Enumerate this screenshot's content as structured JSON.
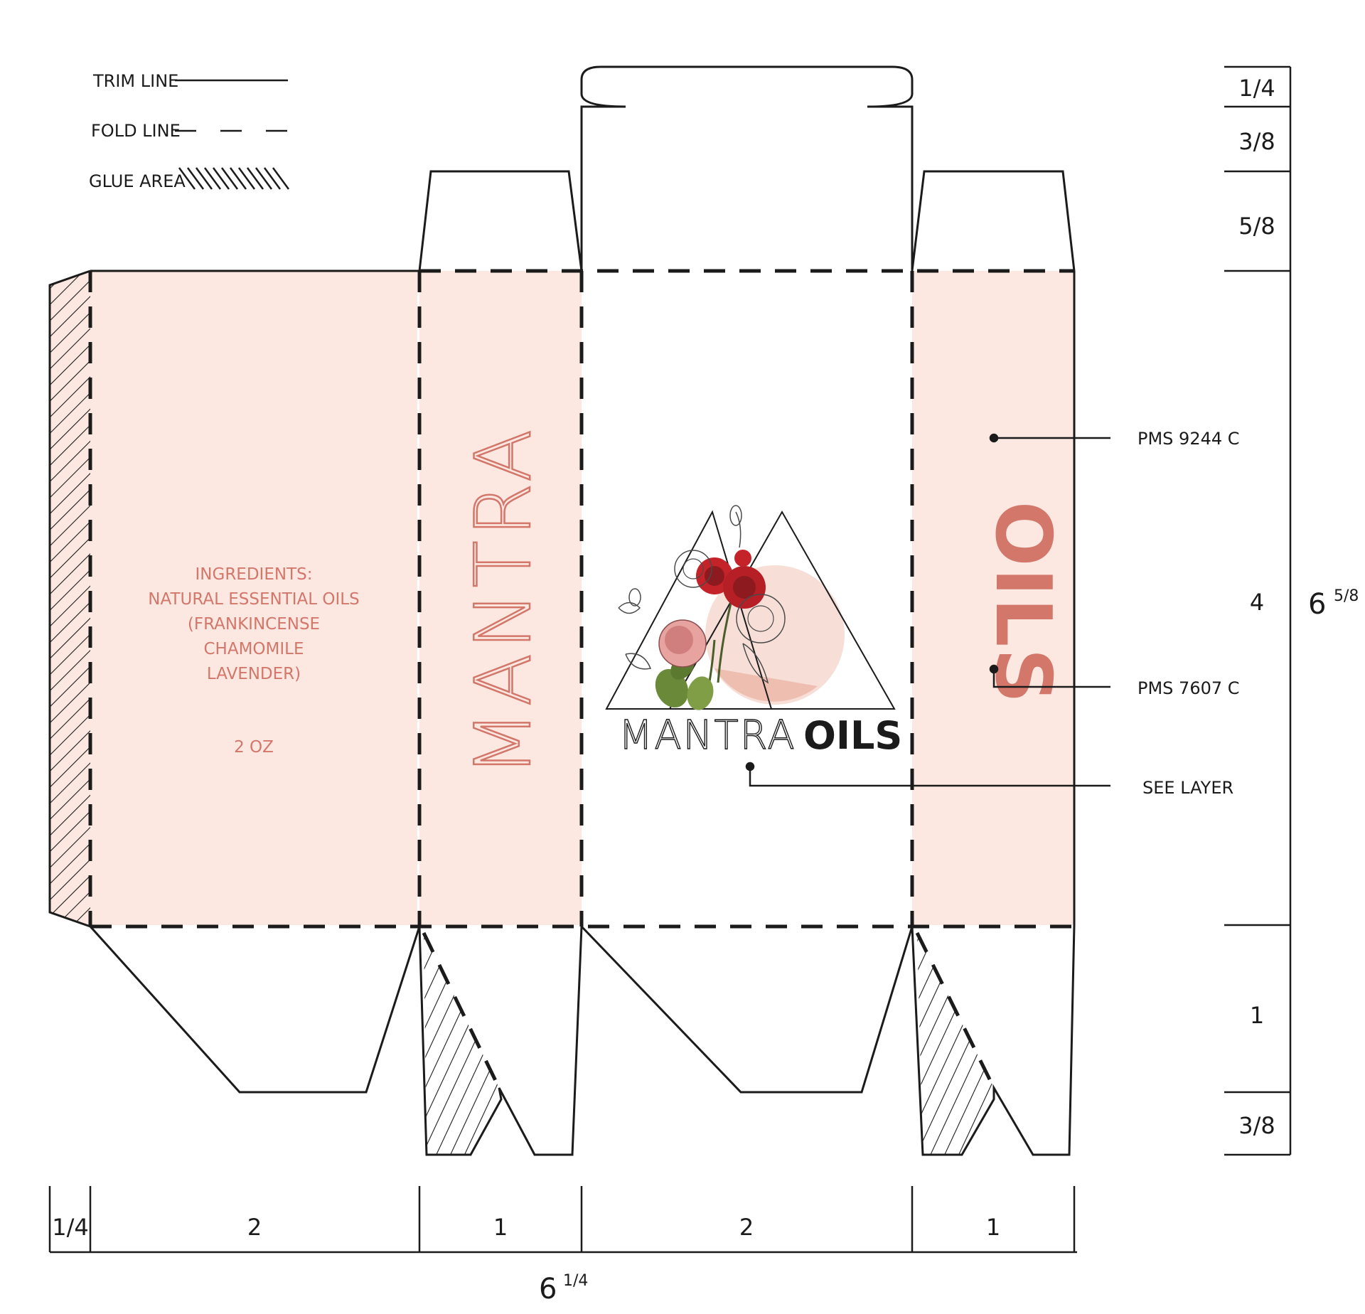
{
  "legend": {
    "trim_line": "TRIM LINE",
    "fold_line": "FOLD LINE",
    "glue_area": "GLUE AREA"
  },
  "back_panel": {
    "ingredients_lines": [
      "INGREDIENTS:",
      "NATURAL ESSENTIAL OILS",
      "(FRANKINCENSE",
      "CHAMOMILE",
      "LAVENDER)"
    ],
    "size": "2 OZ"
  },
  "side_panel_left": {
    "text": "MANTRA"
  },
  "front_panel": {
    "logo_light": "MANTRA",
    "logo_bold": "OILS"
  },
  "side_panel_right": {
    "text": "OILS"
  },
  "callouts": {
    "pms_light": "PMS 9244 C",
    "pms_dark": "PMS 7607 C",
    "see_layer": "SEE LAYER"
  },
  "dims_vertical": {
    "top_flap_lip": "1/4",
    "top_flap": "3/8",
    "dust_flap": "5/8",
    "body": "4",
    "bottom": "1",
    "bottom_tab": "3/8",
    "total_whole": "6",
    "total_fraction": "5/8"
  },
  "dims_horizontal": {
    "glue": "1/4",
    "back": "2",
    "side_left": "1",
    "front": "2",
    "side_right": "1",
    "total_whole": "6",
    "total_fraction": "1/4"
  },
  "colors": {
    "panel_fill": "#fce8e1",
    "accent": "#d3776b",
    "ink": "#1b1b1b"
  }
}
